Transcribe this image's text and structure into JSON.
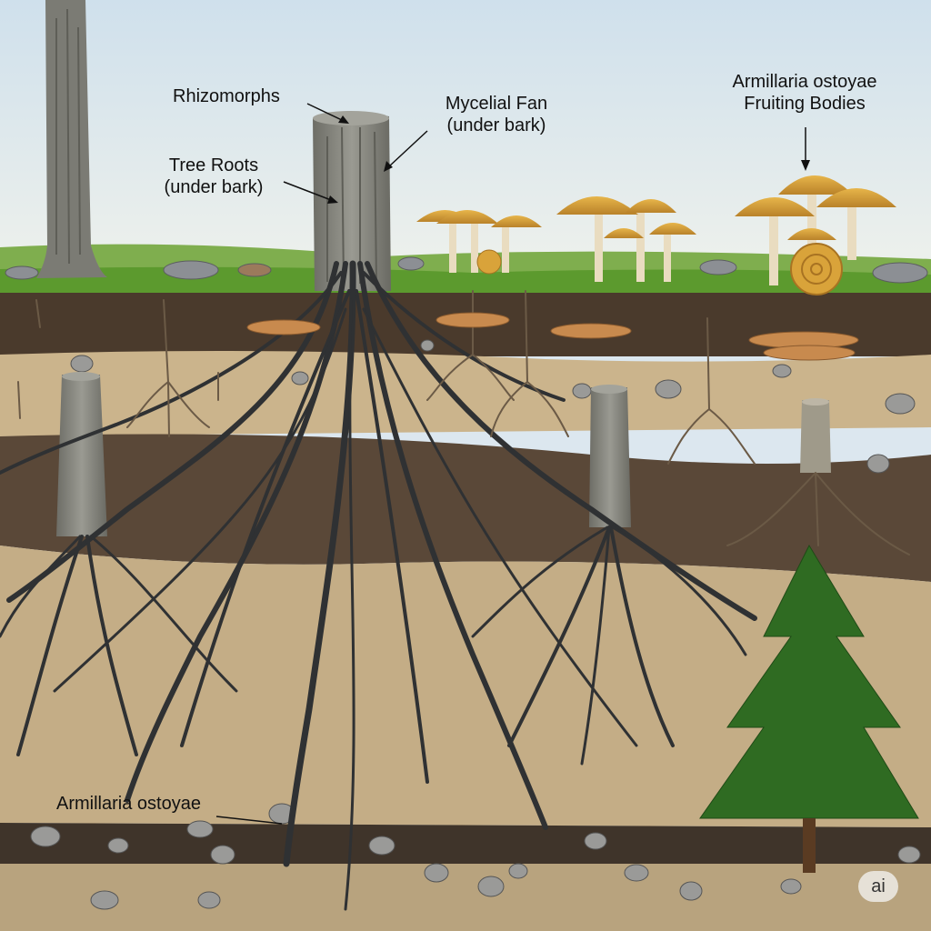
{
  "labels": {
    "rhizomorphs": "Rhizomorphs",
    "mycelial_fan_1": "Mycelial Fan",
    "mycelial_fan_2": "(under bark)",
    "tree_roots_1": "Tree Roots",
    "tree_roots_2": "(under bark)",
    "fruiting_1": "Armillaria ostoyae",
    "fruiting_2": "Fruiting Bodies",
    "armillaria": "Armillaria ostoyae"
  },
  "badge": "ai",
  "icons": [
    "tree-trunk",
    "stump",
    "mushroom-cluster",
    "shelf-fungus",
    "root-system",
    "rhizomorph-network",
    "conifer-sapling",
    "pebble"
  ],
  "colors": {
    "sky_top": "#cfe0ec",
    "sky_bottom": "#e8eef2",
    "grass": "#5c9a2e",
    "topsoil": "#4a3a2c",
    "subsoil": "#c9b38c",
    "rhizomorph": "#2f3133",
    "mushroom_cap": "#d9a33a",
    "mushroom_stem": "#e9dcc0",
    "stump": "#8b8b84",
    "sapling": "#2f6b22"
  }
}
